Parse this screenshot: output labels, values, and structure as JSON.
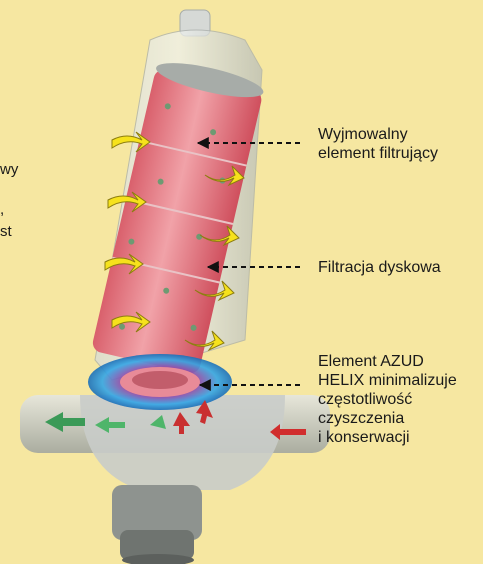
{
  "background_color": "#f6e7a1",
  "labels": {
    "removable_element": "Wyjmowalny\nelement filtrujący",
    "disc_filtration": "Filtracja dyskowa",
    "helix_element": "Element AZUD\nHELIX minimalizuje\nczęstotliwość\nczyszczenia\ni konserwacji"
  },
  "left_fragments": {
    "line1": "wy",
    "line2": ",",
    "line3": "st"
  }
}
